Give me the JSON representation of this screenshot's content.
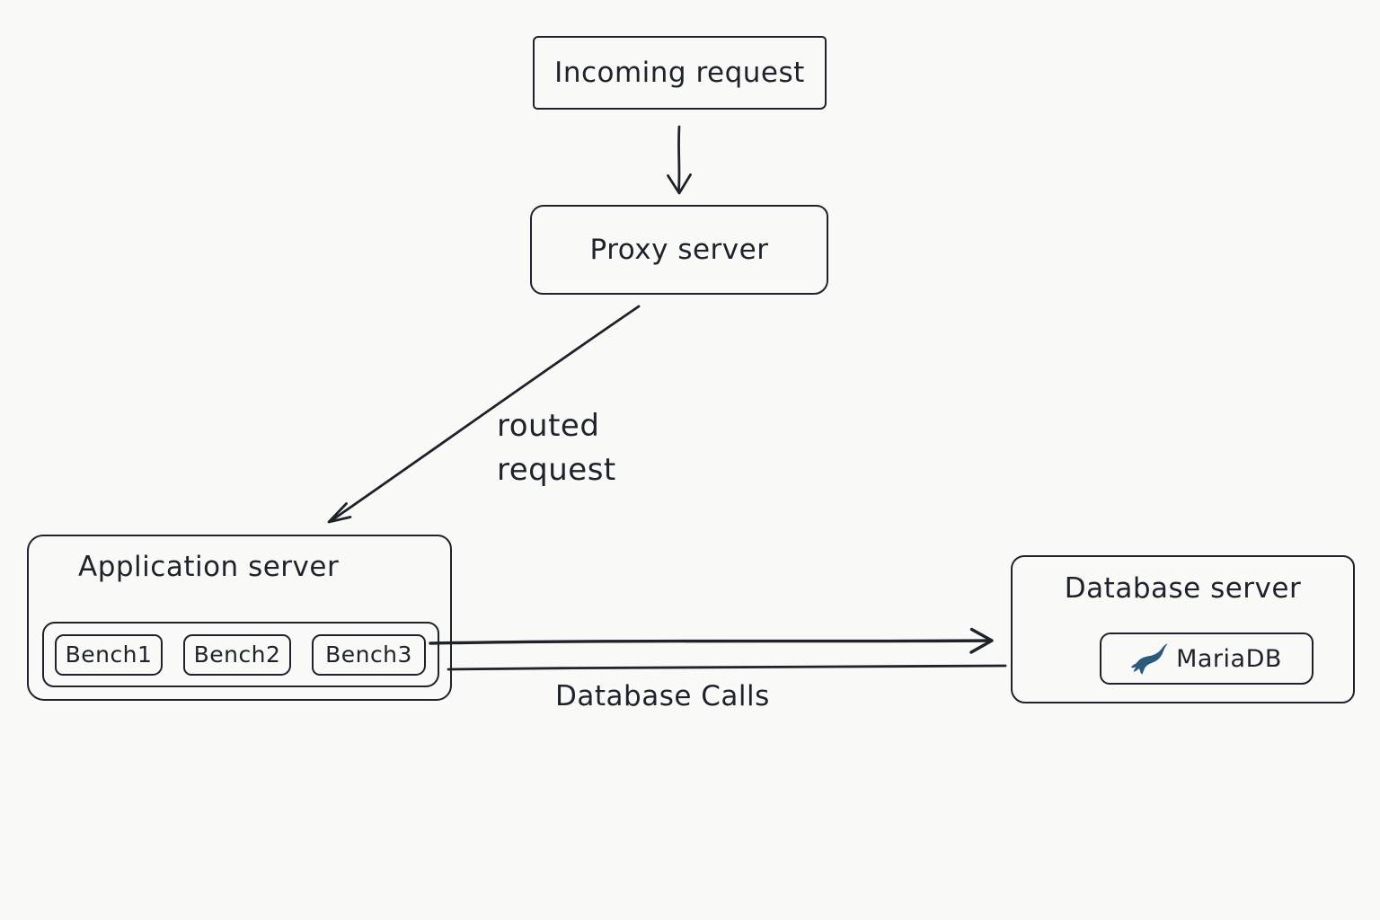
{
  "canvas": {
    "background": "#f9f9f7",
    "ink": "#1e222a"
  },
  "nodes": {
    "incoming_request": {
      "label": "Incoming request"
    },
    "proxy_server": {
      "label": "Proxy server"
    },
    "application_server": {
      "label": "Application server",
      "benches": [
        {
          "label": "Bench1"
        },
        {
          "label": "Bench2"
        },
        {
          "label": "Bench3"
        }
      ]
    },
    "database_server": {
      "label": "Database server",
      "database": {
        "label": "MariaDB",
        "logo_color": "#2b5a7c"
      }
    }
  },
  "edges": {
    "incoming_to_proxy": {
      "label": ""
    },
    "proxy_to_app": {
      "label": "routed\nrequest"
    },
    "app_to_db": {
      "label": "Database Calls"
    }
  }
}
